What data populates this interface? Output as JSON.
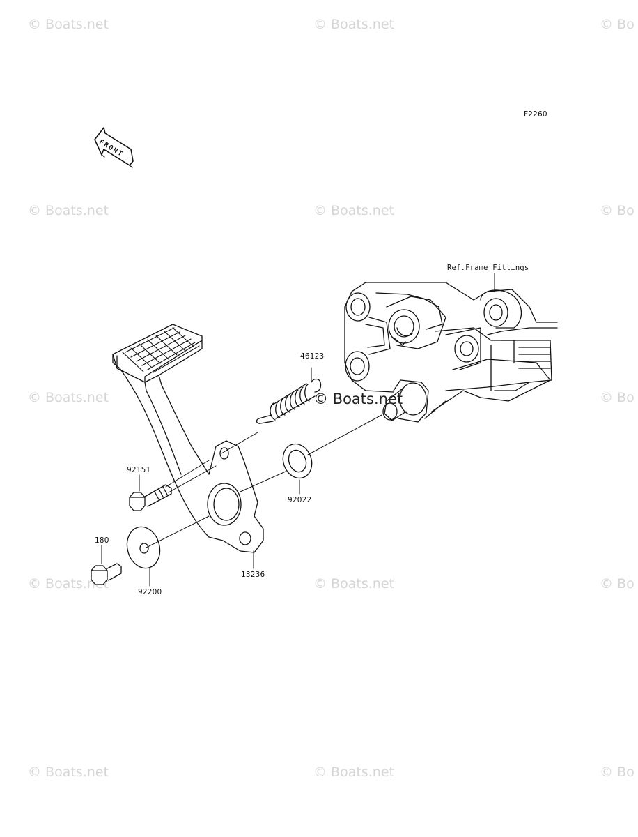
{
  "watermark": "© Boats.net",
  "watermark_partial": "© Bo",
  "diagram_code": "F2260",
  "front_label": "FRONT",
  "reference_label": "Ref.Frame Fittings",
  "parts": {
    "spring": "46123",
    "bolt": "92151",
    "washer_inner": "92022",
    "bolt_small": "180",
    "washer_outer": "92200",
    "pedal": "13236"
  }
}
